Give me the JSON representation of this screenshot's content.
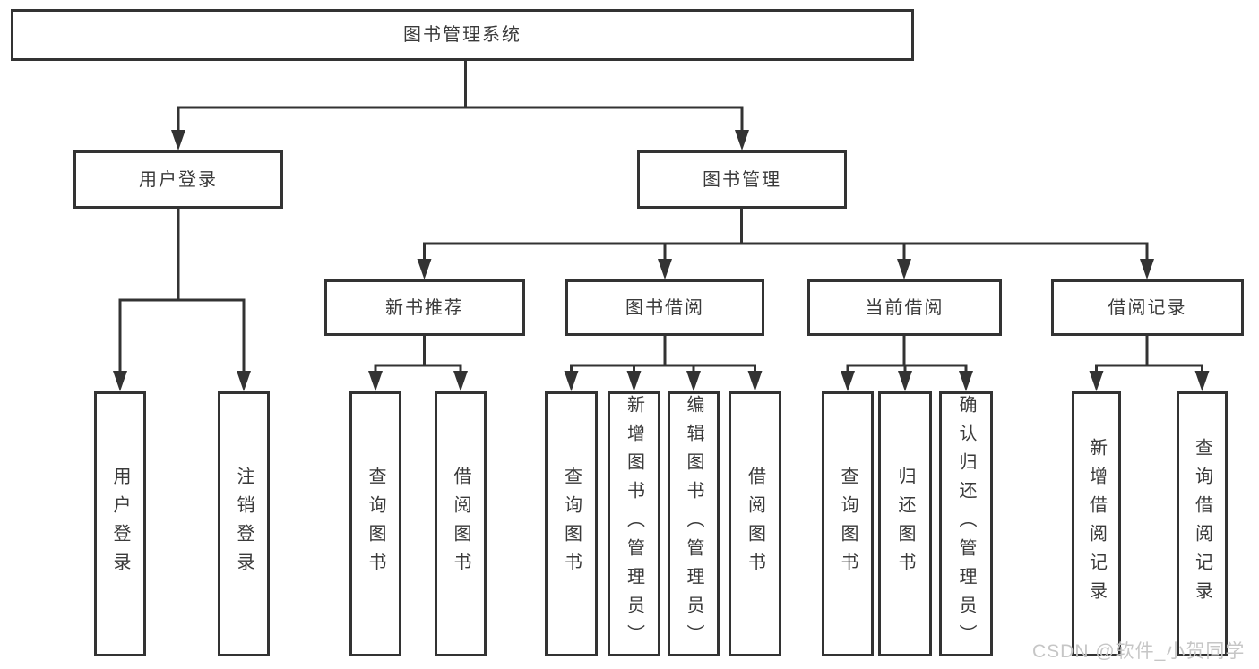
{
  "diagram": {
    "root": {
      "label": "图书管理系统",
      "children": [
        {
          "label": "用户登录",
          "children": [
            {
              "label": "用户登录"
            },
            {
              "label": "注销登录"
            }
          ]
        },
        {
          "label": "图书管理",
          "children": [
            {
              "label": "新书推荐",
              "children": [
                {
                  "label": "查询图书"
                },
                {
                  "label": "借阅图书"
                }
              ]
            },
            {
              "label": "图书借阅",
              "children": [
                {
                  "label": "查询图书"
                },
                {
                  "label": "新增图书（管理员）"
                },
                {
                  "label": "编辑图书（管理员）"
                },
                {
                  "label": "借阅图书"
                }
              ]
            },
            {
              "label": "当前借阅",
              "children": [
                {
                  "label": "查询图书"
                },
                {
                  "label": "归还图书"
                },
                {
                  "label": "确认归还（管理员）"
                }
              ]
            },
            {
              "label": "借阅记录",
              "children": [
                {
                  "label": "新增借阅记录"
                },
                {
                  "label": "查询借阅记录"
                }
              ]
            }
          ]
        }
      ]
    }
  },
  "watermark": {
    "text": "CSDN @软件_小贺同学"
  },
  "colors": {
    "line": "#333333",
    "text": "#3a3a3a",
    "background": "#ffffff",
    "watermark": "#c6c6c6"
  }
}
